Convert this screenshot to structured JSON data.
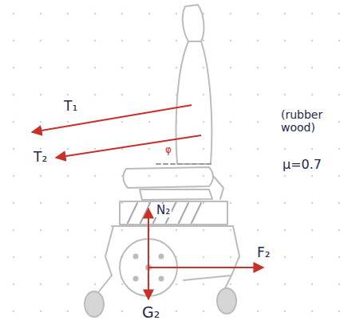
{
  "diagram": {
    "labels": [
      "T₁",
      "T₂",
      "φ",
      "N₂",
      "F₂",
      "G₂",
      "(rubber wood)",
      "μ=0.7"
    ]
  }
}
